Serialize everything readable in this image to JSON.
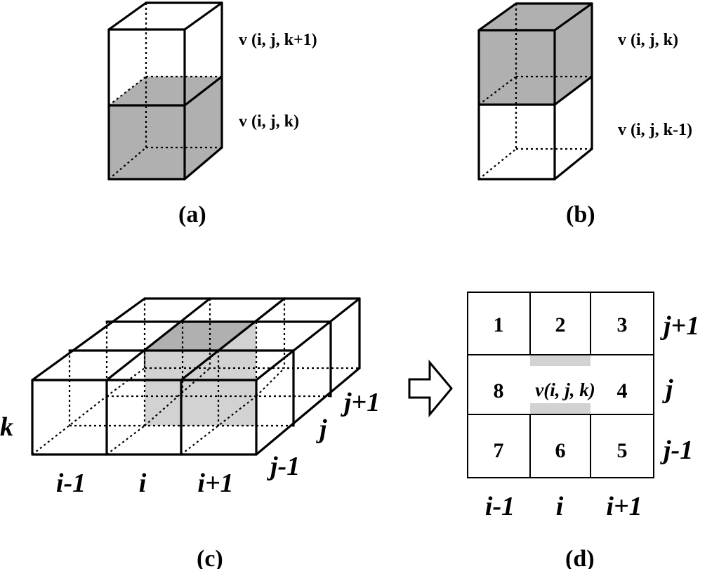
{
  "panel_a": {
    "caption": "(a)",
    "upper_label": "v (i, j, k+1)",
    "lower_label": "v (i, j, k)"
  },
  "panel_b": {
    "caption": "(b)",
    "upper_label": "v (i, j, k)",
    "lower_label": "v (i, j, k-1)"
  },
  "panel_c": {
    "caption": "(c)",
    "k_label": "k",
    "i_labels": [
      "i-1",
      "i",
      "i+1"
    ],
    "j_labels": [
      "j-1",
      "j",
      "j+1"
    ]
  },
  "panel_d": {
    "caption": "(d)",
    "cells": [
      "1",
      "2",
      "3",
      "8",
      "v(i, j, k)",
      "4",
      "7",
      "6",
      "5"
    ],
    "row_labels": [
      "j+1",
      "j",
      "j-1"
    ],
    "col_labels": [
      "i-1",
      "i",
      "i+1"
    ]
  },
  "colors": {
    "shade_dark": "#b0b0b0",
    "shade_light": "#d2d2d2",
    "line": "#000000"
  },
  "icons": {
    "arrow": "right-arrow-icon"
  }
}
